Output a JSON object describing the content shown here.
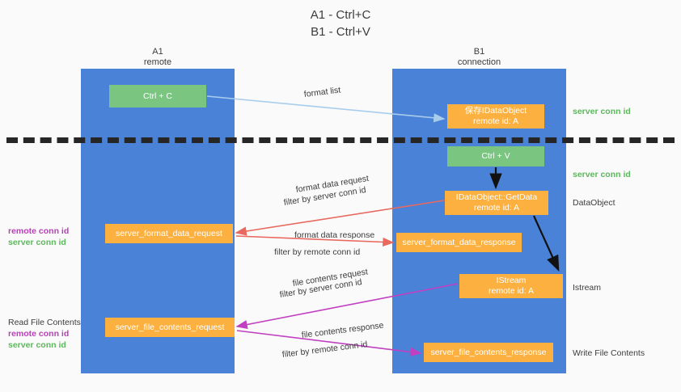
{
  "title": {
    "line1": "A1 - Ctrl+C",
    "line2": "B1 - Ctrl+V"
  },
  "lanes": [
    {
      "id": "a1",
      "name": "A1",
      "sub": "remote"
    },
    {
      "id": "b1",
      "name": "B1",
      "sub": "connection"
    }
  ],
  "boxes": {
    "ctrl_c": "Ctrl + C",
    "idataobject": "保存IDataObject\nremote id: A",
    "ctrl_v": "Ctrl + V",
    "getdata": "IDataObject::GetData\nremote id: A",
    "istream": "IStream\nremote id: A",
    "format_data_request": "server_format_data_request",
    "format_data_response": "server_format_data_response",
    "file_contents_request": "server_file_contents_request",
    "file_contents_response": "server_file_contents_response"
  },
  "edge_labels": {
    "format_list": "format list",
    "format_data_request": "format data request",
    "format_data_request_filter_prefix": "filter by ",
    "format_data_request_filter_key": "server conn id",
    "format_data_response": "format data response",
    "format_data_response_filter_prefix": "filter by ",
    "format_data_response_filter_key": "remote conn id",
    "file_contents_request": "file contents request",
    "file_contents_request_filter_prefix": "filter by ",
    "file_contents_request_filter_key": "server conn id",
    "file_contents_response": "file contents response",
    "file_contents_response_filter_prefix": "filter by ",
    "file_contents_response_filter_key": "remote conn id"
  },
  "right_labels": {
    "server_conn_id_top": "server conn id",
    "server_conn_id_mid": "server conn id",
    "dataobject": "DataObject",
    "istream": "Istream",
    "write_file_contents": "Write File Contents"
  },
  "left_labels": {
    "group1_remote": "remote conn id",
    "group1_server": "server conn id",
    "read_file_contents": "Read File Contents",
    "group2_remote": "remote conn id",
    "group2_server": "server conn id"
  },
  "colors": {
    "background": "#fafafa",
    "lane": "#4a82d8",
    "green_box": "#7ac680",
    "orange_box": "#fbb040",
    "text": "#3c3c3c",
    "green_key": "#5cb85c",
    "purple_key": "#b83fb8",
    "arrow_light_blue": "#a8cdec",
    "arrow_red": "#e8695f",
    "arrow_magenta": "#c13fc1",
    "arrow_black": "#111111",
    "divider": "#262626"
  }
}
